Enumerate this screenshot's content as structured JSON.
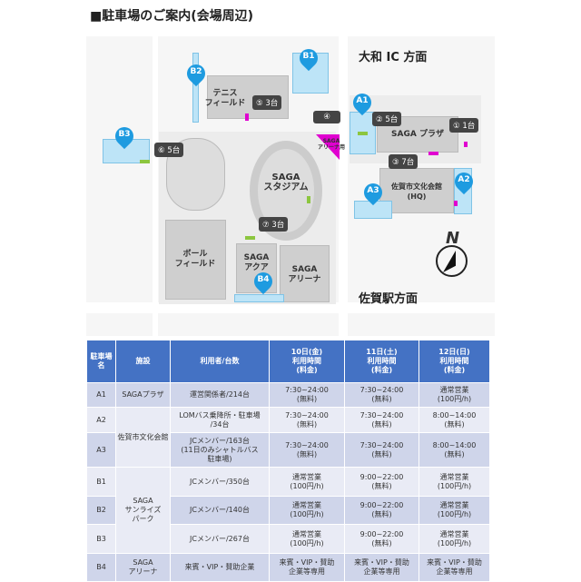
{
  "title": "■駐車場のご案内(会場周辺)",
  "map": {
    "directions": {
      "north_road": "大和 IC 方面",
      "south_road": "佐賀駅方面"
    },
    "buildings": {
      "tennis": "テニス\nフィールド",
      "plaza": "SAGA プラザ",
      "stadium": "SAGA\nスタジアム",
      "arena_use": "SAGA\nアリーナ用",
      "ball": "ボール\nフィールド",
      "aqua": "SAGA\nアクア",
      "arena": "SAGA\nアリーナ",
      "hall": "佐賀市文化会館\n(HQ)"
    },
    "pins": [
      "A1",
      "A2",
      "A3",
      "B1",
      "B2",
      "B3",
      "B4"
    ],
    "tags": {
      "t1": "① 1台",
      "t2": "② 5台",
      "t3": "③ 7台",
      "t4": "④",
      "t5": "⑤ 3台",
      "t6": "⑥ 5台",
      "t7": "⑦ 3台"
    },
    "compass": "N"
  },
  "table": {
    "headers": [
      "駐車場名",
      "施設",
      "利用者/台数",
      "10日(金)\n利用時間\n(料金)",
      "11日(土)\n利用時間\n(料金)",
      "12日(日)\n利用時間\n(料金)"
    ],
    "facilities": {
      "plaza": "SAGAプラザ",
      "hall": "佐賀市文化会館",
      "park": "SAGA\nサンライズ\nパーク",
      "arena": "SAGA\nアリーナ"
    },
    "rows": [
      {
        "id": "A1",
        "users": "運営関係者/214台",
        "d10": "7:30~24:00\n(無料)",
        "d11": "7:30~24:00\n(無料)",
        "d12": "通常営業\n(100円/h)"
      },
      {
        "id": "A2",
        "users": "LOMバス乗降所・駐車場\n/34台",
        "d10": "7:30~24:00\n(無料)",
        "d11": "7:30~24:00\n(無料)",
        "d12": "8:00~14:00\n(無料)"
      },
      {
        "id": "A3",
        "users": "JCメンバー/163台\n(11日のみシャトルバス\n駐車場)",
        "d10": "7:30~24:00\n(無料)",
        "d11": "7:30~24:00\n(無料)",
        "d12": "8:00~14:00\n(無料)"
      },
      {
        "id": "B1",
        "users": "JCメンバー/350台",
        "d10": "通常営業\n(100円/h)",
        "d11": "9:00~22:00\n(無料)",
        "d12": "通常営業\n(100円/h)"
      },
      {
        "id": "B2",
        "users": "JCメンバー/140台",
        "d10": "通常営業\n(100円/h)",
        "d11": "9:00~22:00\n(無料)",
        "d12": "通常営業\n(100円/h)"
      },
      {
        "id": "B3",
        "users": "JCメンバー/267台",
        "d10": "通常営業\n(100円/h)",
        "d11": "9:00~22:00\n(無料)",
        "d12": "通常営業\n(100円/h)"
      },
      {
        "id": "B4",
        "users": "来賓・VIP・賛助企業",
        "d10": "来賓・VIP・賛助\n企業等専用",
        "d11": "来賓・VIP・賛助\n企業等専用",
        "d12": "来賓・VIP・賛助\n企業等専用"
      }
    ]
  }
}
